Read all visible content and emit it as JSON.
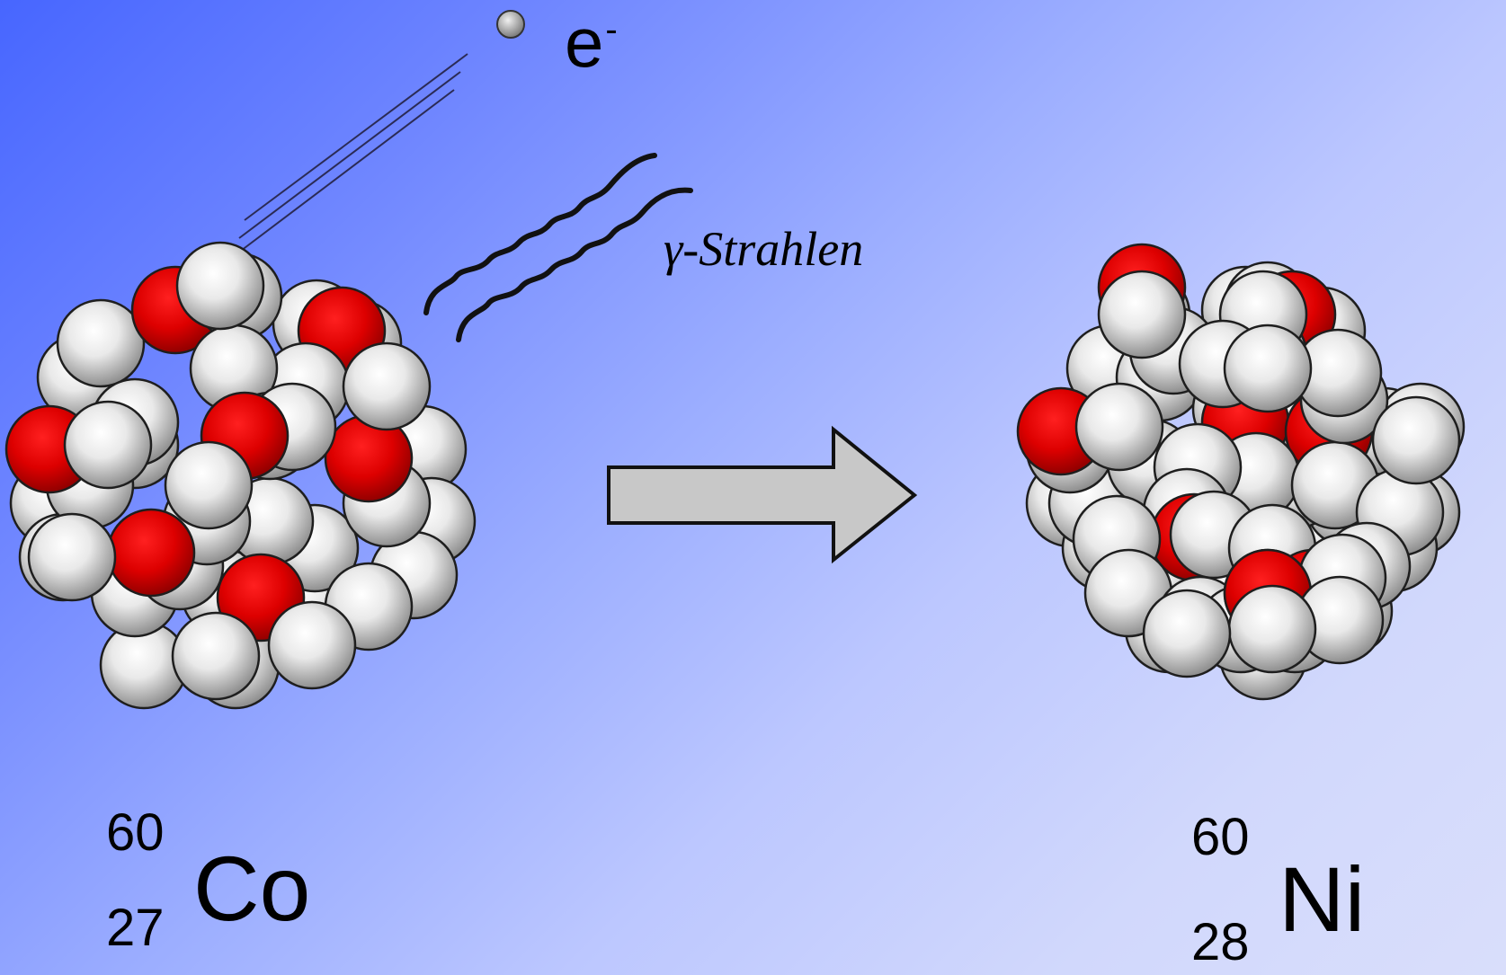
{
  "electron": {
    "symbol": "e",
    "charge": "-"
  },
  "gamma": {
    "label": "γ-Strahlen"
  },
  "parent_nucleus": {
    "mass_number": "60",
    "atomic_number": "27",
    "symbol": "Co"
  },
  "daughter_nucleus": {
    "mass_number": "60",
    "atomic_number": "28",
    "symbol": "Ni"
  },
  "colors": {
    "background_start": "#4766ff",
    "background_end": "#d9defb",
    "proton": "#e00000",
    "neutron": "#f4f4f4",
    "arrow_fill": "#c8c8c8",
    "outline": "#222222"
  }
}
